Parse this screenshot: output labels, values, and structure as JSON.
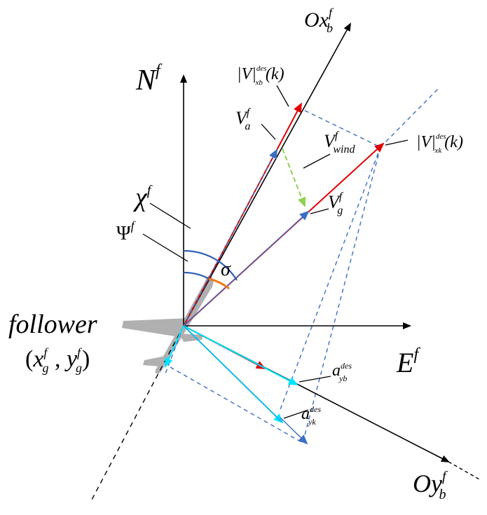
{
  "axes": {
    "north": {
      "main": "N",
      "sup": "f"
    },
    "east": {
      "main": "E",
      "sup": "f"
    },
    "body_x": {
      "main": "Ox",
      "sup": "f",
      "sub": "b"
    },
    "body_y": {
      "main": "Oy",
      "sup": "f",
      "sub": "b"
    }
  },
  "vectors": {
    "v_airspeed": {
      "main": "V",
      "sup": "f",
      "sub": "a"
    },
    "v_ground": {
      "main": "V",
      "sup": "f",
      "sub": "g"
    },
    "v_wind": {
      "main": "V",
      "sup": "f",
      "sub": "wind"
    },
    "v_des_xb": {
      "bar": "|V|",
      "sup": "des",
      "sub": "xb",
      "arg": "(k)"
    },
    "v_des_xk": {
      "bar": "|V|",
      "sup": "des",
      "sub": "xk",
      "arg": "(k)"
    },
    "a_des_yb": {
      "main": "a",
      "sup": "des",
      "sub": "yb"
    },
    "a_des_yk": {
      "main": "a",
      "sup": "des",
      "sub": "yk"
    }
  },
  "angles": {
    "chi": {
      "main": "χ",
      "sup": "f"
    },
    "psi": {
      "main": "Ψ",
      "sup": "f"
    },
    "sigma": {
      "main": "σ"
    }
  },
  "aircraft": {
    "name": "follower",
    "position": {
      "open": "(",
      "x": "x",
      "x_sup": "f",
      "x_sub": "g",
      "comma": " , ",
      "y": "y",
      "y_sup": "f",
      "y_sub": "g",
      "close": ")"
    }
  },
  "colors": {
    "axis": "#000000",
    "red_vector": "#e00000",
    "blue_marker": "#3b6fc4",
    "dashed_blue": "#3b6fc4",
    "wind_green": "#8fd14f",
    "cyan_vector": "#00e5ff",
    "dark_red": "#a01010",
    "arc_blue": "#2f5fb3",
    "arc_orange": "#f07a1a",
    "aircraft_gray": "#b0b0b0"
  }
}
